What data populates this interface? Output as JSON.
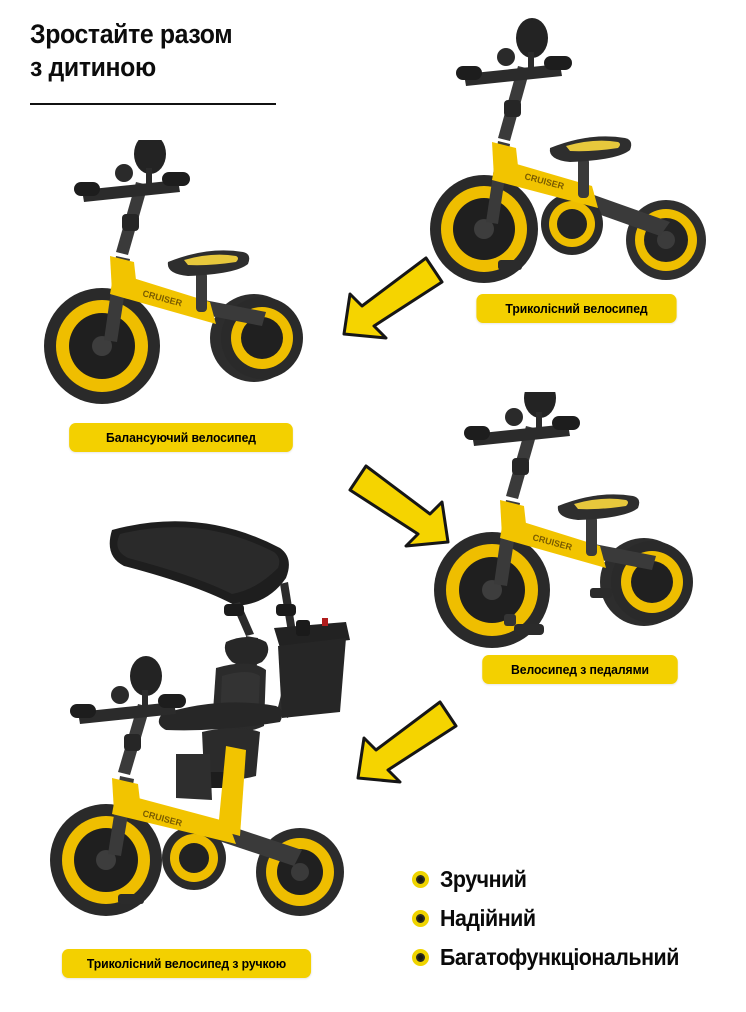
{
  "header": {
    "title_line1": "Зростайте разом",
    "title_line2": "з дитиною"
  },
  "brand": {
    "frame_logo": "CRUISER"
  },
  "colors": {
    "badge_yellow": "#f3d000",
    "arrow_yellow": "#f5d400",
    "frame_yellow": "#f2c400",
    "rim_yellow": "#efbe00",
    "dark": "#3a3a3a",
    "black": "#111111",
    "background": "#ffffff"
  },
  "products": [
    {
      "id": "tricycle",
      "badge": "Триколісний велосипед",
      "config": "3-wheel trike with pedals and handlebar",
      "logo": "CRUISER"
    },
    {
      "id": "balance-bike",
      "badge": "Балансуючий велосипед",
      "config": "2-wheel balance bike, no pedals",
      "logo": "CRUISER"
    },
    {
      "id": "pedal-bike",
      "badge": "Велосипед з педалями",
      "config": "2-wheel bike with pedals",
      "logo": "CRUISER"
    },
    {
      "id": "tricycle-with-handle",
      "badge": "Триколісний велосипед з ручкою",
      "config": "Trike with canopy, seat back, safety bar and push handle",
      "logo": "CRUISER"
    }
  ],
  "arrows": [
    {
      "id": "arrow-1",
      "direction": "down-left"
    },
    {
      "id": "arrow-2",
      "direction": "down-right"
    },
    {
      "id": "arrow-3",
      "direction": "down-left"
    }
  ],
  "features": [
    {
      "label": "Зручний"
    },
    {
      "label": "Надійний"
    },
    {
      "label": "Багатофункціональний"
    }
  ]
}
